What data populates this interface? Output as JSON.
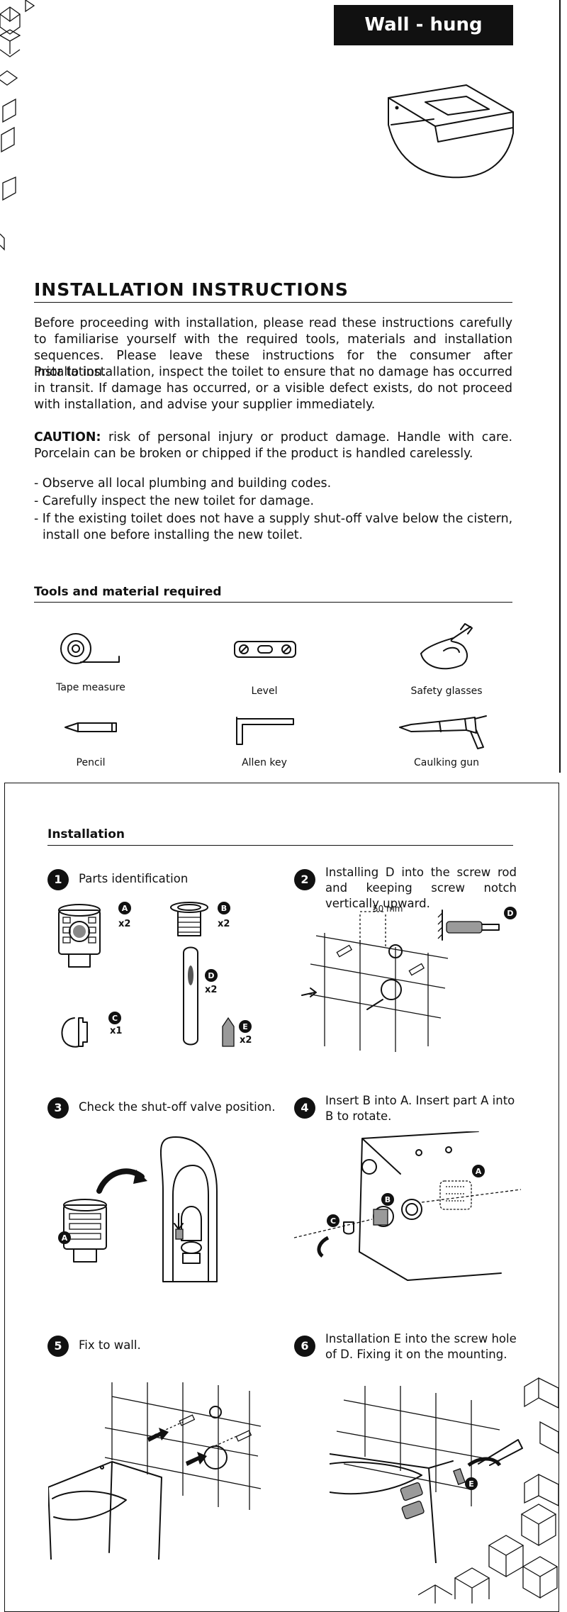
{
  "header": {
    "title": "Wall - hung toilet"
  },
  "instructions": {
    "heading": "INSTALLATION INSTRUCTIONS",
    "intro": "Before proceeding with installation, please read these instructions carefully to familiarise yourself with the required tools, materials and installation sequences. Please leave these instructions for the consumer after installation.",
    "inspect": "Prior to installation, inspect the toilet to ensure that no damage has occurred in transit. If damage has occurred, or a visible defect exists, do not proceed with installation, and advise your supplier immediately.",
    "caution_label": "CAUTION:",
    "caution_text": " risk of personal injury or product damage. Handle with care. Porcelain can be broken or chipped if the product is handled carelessly.",
    "notes": [
      "- Observe all local plumbing and building codes.",
      "- Carefully inspect the new toilet for damage.",
      "- If the existing toilet does not have a supply shut-off valve below the cistern, install one before installing the new toilet."
    ]
  },
  "tools": {
    "title": "Tools and material required",
    "items": [
      {
        "label": "Tape measure",
        "icon": "tape-measure-icon"
      },
      {
        "label": "Level",
        "icon": "level-icon"
      },
      {
        "label": "Safety glasses",
        "icon": "safety-glasses-icon"
      },
      {
        "label": "Pencil",
        "icon": "pencil-icon"
      },
      {
        "label": "Allen key",
        "icon": "allen-key-icon"
      },
      {
        "label": "Caulking gun",
        "icon": "caulking-gun-icon"
      }
    ]
  },
  "installation": {
    "title": "Installation",
    "parts": {
      "A": {
        "letter": "A",
        "qty": "x2"
      },
      "B": {
        "letter": "B",
        "qty": "x2"
      },
      "C": {
        "letter": "C",
        "qty": "x1"
      },
      "D": {
        "letter": "D",
        "qty": "x2"
      },
      "E": {
        "letter": "E",
        "qty": "x2"
      }
    },
    "dimension": "50 mm",
    "steps": [
      {
        "num": "1",
        "text": "Parts identification"
      },
      {
        "num": "2",
        "text": "Installing D into the screw rod and keeping screw notch vertically upward."
      },
      {
        "num": "3",
        "text": "Check the shut-off valve position."
      },
      {
        "num": "4",
        "text": "Insert B into A. Insert part A into B to rotate."
      },
      {
        "num": "5",
        "text": "Fix to wall."
      },
      {
        "num": "6",
        "text": "Installation E into the screw hole of D. Fixing it on the mounting."
      }
    ]
  }
}
